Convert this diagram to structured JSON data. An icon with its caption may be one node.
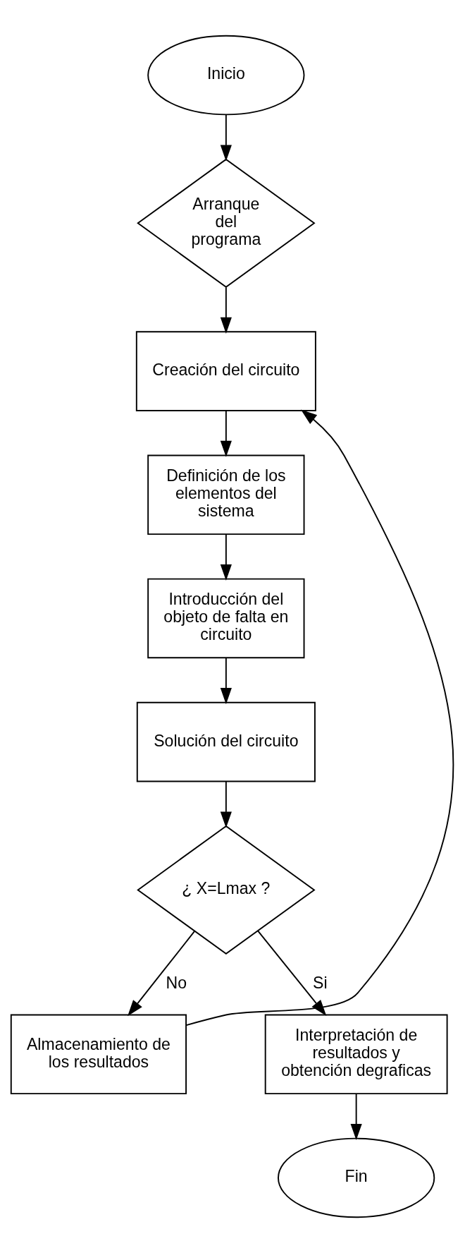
{
  "diagram": {
    "nodes": [
      {
        "text": [
          "Inicio"
        ]
      },
      {
        "text": [
          "Arranque del programa"
        ]
      },
      {
        "text": [
          "Creación del circuito"
        ]
      },
      {
        "text": [
          "Definición de los elementos del sistema"
        ]
      },
      {
        "text": [
          "Introducción del objeto de falta en circuito"
        ]
      },
      {
        "text": [
          "Solución del circuito"
        ]
      },
      {
        "text": [
          "¿ X=Lmax ?"
        ]
      },
      {
        "text": [
          "Almacenamiento de los resultados"
        ]
      },
      {
        "text": [
          "Interpretación de resultados y obtención degraficas"
        ]
      },
      {
        "text": [
          "Fin"
        ]
      }
    ],
    "edges": [
      {
        "from": 0,
        "to": 1,
        "arrow": "to"
      },
      {
        "from": 1,
        "to": 2,
        "arrow": "to"
      },
      {
        "from": 2,
        "to": 3,
        "arrow": "to"
      },
      {
        "from": 3,
        "to": 4,
        "arrow": "to"
      },
      {
        "from": 4,
        "to": 5,
        "arrow": "to"
      },
      {
        "from": 5,
        "to": 6,
        "arrow": "to"
      },
      {
        "from": 6,
        "to": 7,
        "arrow": "to",
        "label": "No"
      },
      {
        "from": 7,
        "to": 2,
        "arrow": "to"
      },
      {
        "from": 6,
        "to": 8,
        "arrow": "to",
        "label": "Si"
      },
      {
        "from": 8,
        "to": 9,
        "arrow": "to"
      }
    ]
  }
}
